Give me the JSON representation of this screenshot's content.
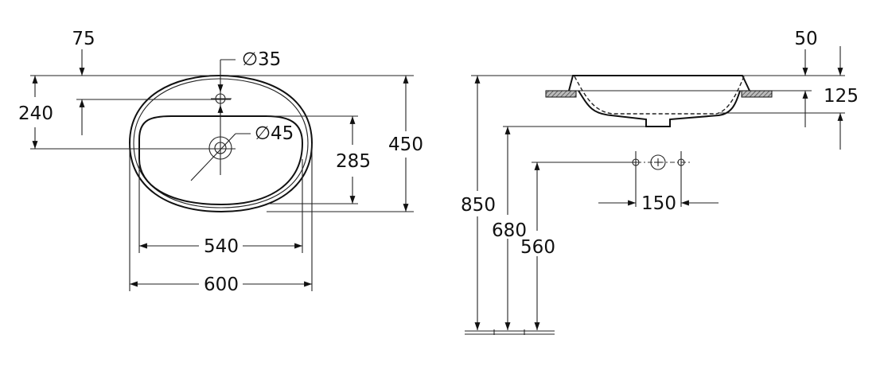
{
  "drawing": {
    "units": "mm",
    "top_view": {
      "dimensions": {
        "tap_hole_offset": "75",
        "tap_hole_diameter": "∅35",
        "drain_diameter": "∅45",
        "front_to_drain": "240",
        "bowl_depth": "285",
        "overall_depth": "450",
        "bowl_width": "540",
        "overall_width": "600"
      }
    },
    "side_view": {
      "dimensions": {
        "rim_height": "50",
        "basin_depth": "125",
        "counter_height": "850",
        "drain_height": "680",
        "supply_height": "560",
        "supply_spacing": "150"
      }
    }
  }
}
